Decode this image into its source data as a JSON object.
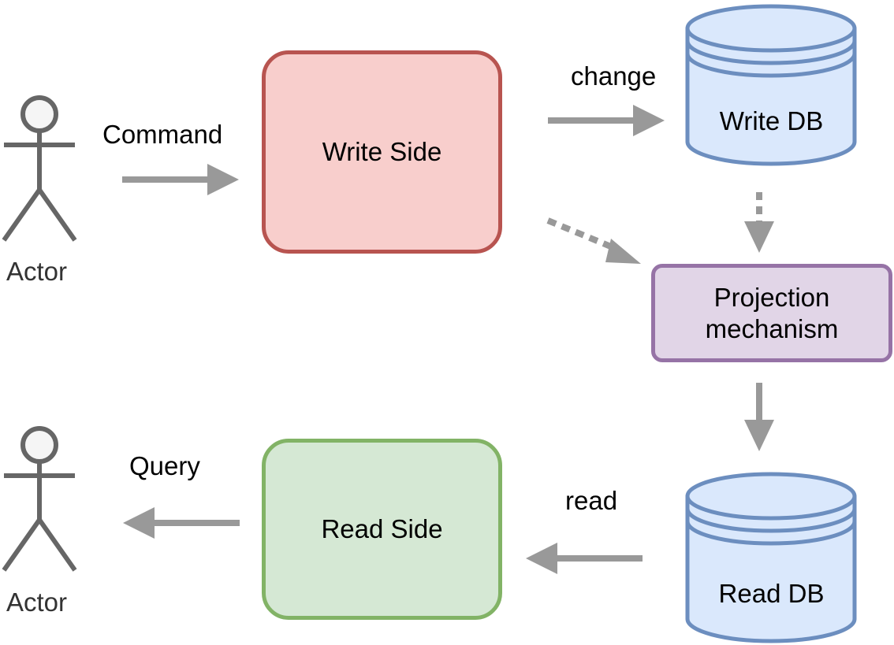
{
  "actors": [
    {
      "label": "Actor"
    },
    {
      "label": "Actor"
    }
  ],
  "boxes": {
    "write_side": "Write Side",
    "read_side": "Read Side",
    "projection_line1": "Projection",
    "projection_line2": "mechanism"
  },
  "databases": {
    "write_db": "Write DB",
    "read_db": "Read DB"
  },
  "edges": {
    "command": "Command",
    "change": "change",
    "read": "read",
    "query": "Query"
  },
  "colors": {
    "write_fill": "#f8cecc",
    "write_stroke": "#b85450",
    "read_fill": "#d5e8d4",
    "read_stroke": "#82b366",
    "projection_fill": "#e1d5e7",
    "projection_stroke": "#9673a6",
    "db_fill": "#dae8fc",
    "db_stroke": "#6c8ebf",
    "arrow": "#999999",
    "actor": "#666666"
  }
}
